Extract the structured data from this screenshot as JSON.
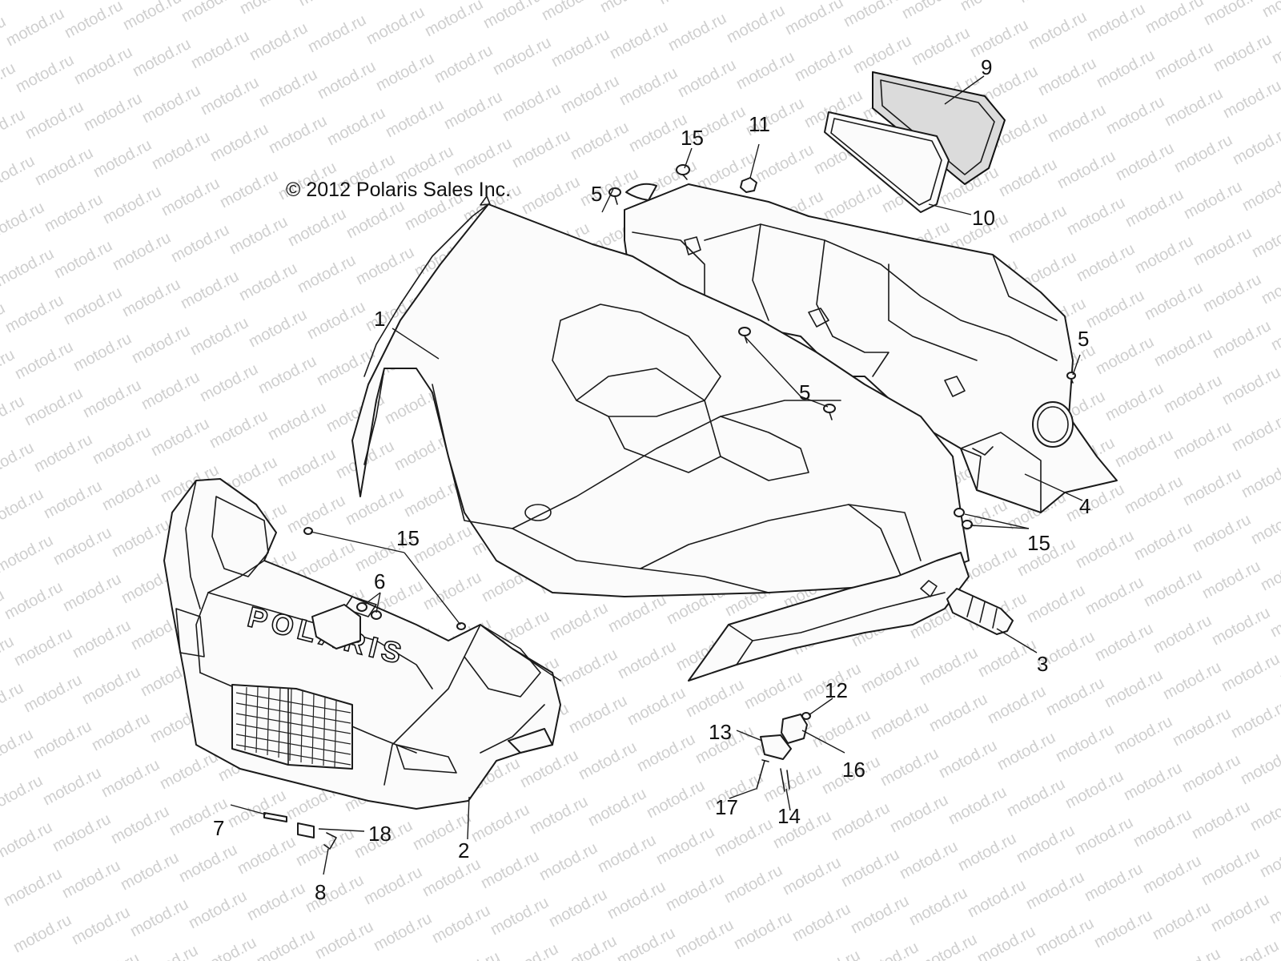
{
  "copyright": "© 2012 Polaris Sales Inc.",
  "watermark_text": "motod.ru",
  "logo_text": "POLARIS",
  "callouts": [
    "1",
    "2",
    "3",
    "4",
    "5",
    "5",
    "5",
    "6",
    "7",
    "8",
    "9",
    "10",
    "11",
    "12",
    "13",
    "14",
    "15",
    "15",
    "15",
    "16",
    "17",
    "18"
  ],
  "colors": {
    "line": "#1a1a1a",
    "watermark": "#cfcfcf",
    "background": "#ffffff"
  }
}
